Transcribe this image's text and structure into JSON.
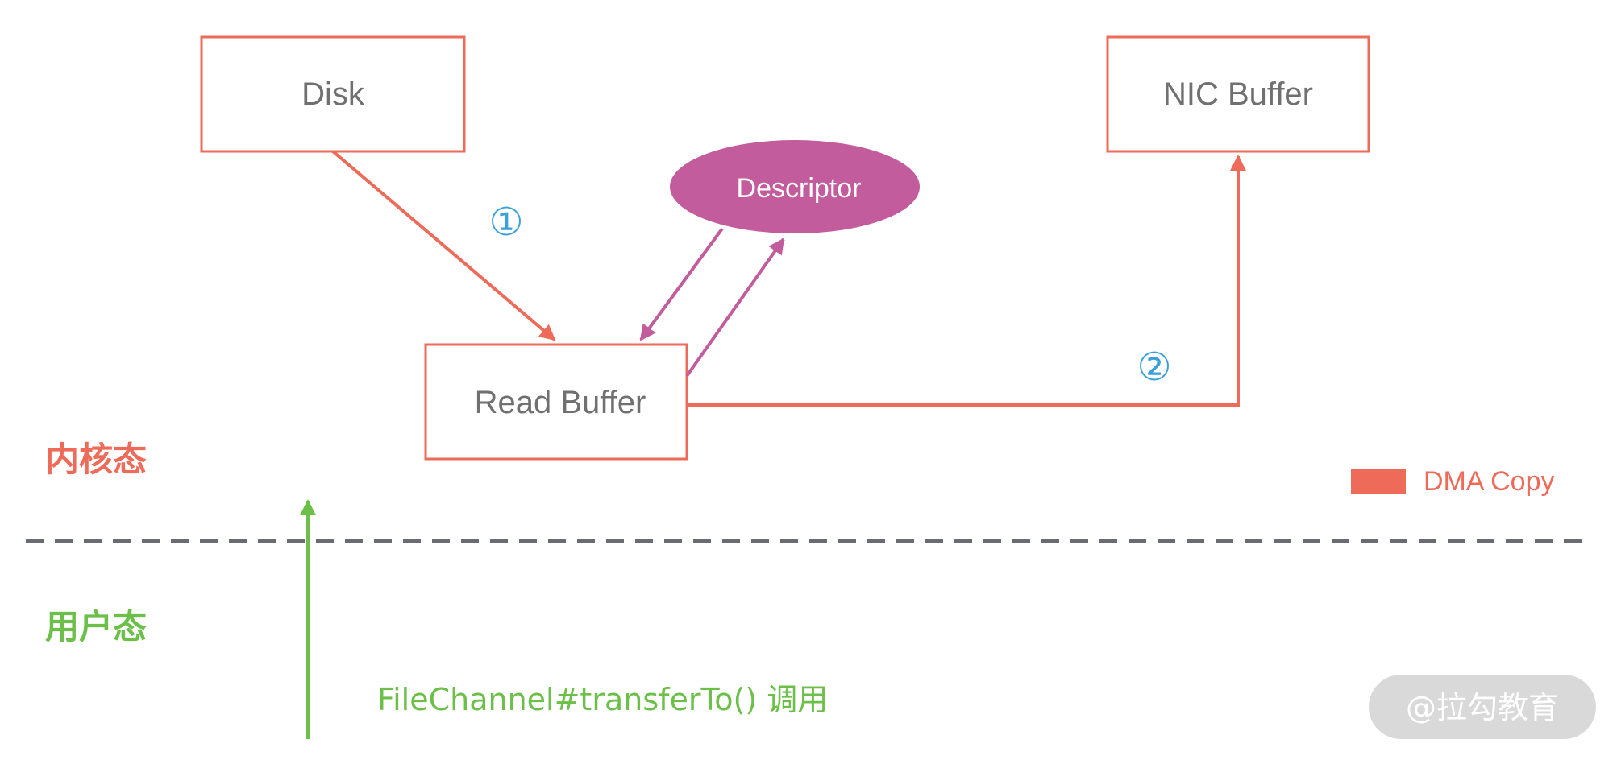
{
  "nodes": {
    "disk": "Disk",
    "nic_buffer": "NIC Buffer",
    "read_buffer": "Read Buffer",
    "descriptor": "Descriptor"
  },
  "steps": {
    "step1": "①",
    "step2": "②"
  },
  "zones": {
    "kernel": "内核态",
    "user": "用户态"
  },
  "call_text": "FileChannel#transferTo() 调用",
  "legend": {
    "dma_copy": "DMA Copy"
  },
  "watermark": "@拉勾教育",
  "colors": {
    "dma": "#ee6b5a",
    "descriptor": "#c35c9c",
    "user": "#6cc04a",
    "step": "#3ba0d8",
    "divider": "#6b6b73"
  }
}
